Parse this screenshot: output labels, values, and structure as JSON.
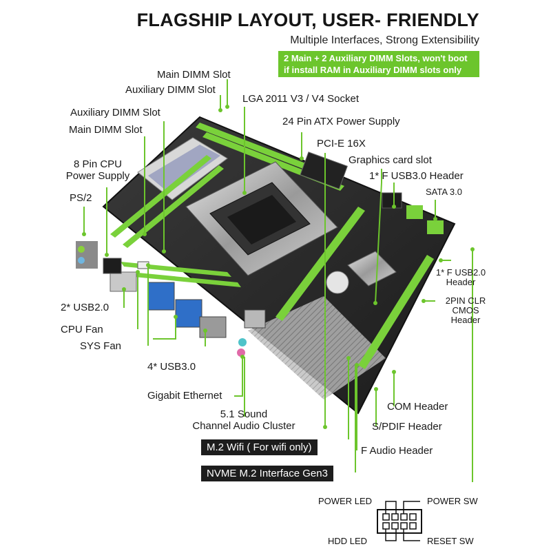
{
  "header": {
    "title": "FLAGSHIP LAYOUT, USER- FRIENDLY",
    "subtitle": "Multiple Interfaces, Strong Extensibility",
    "note_line1": "2 Main + 2 Auxiliary DIMM Slots, won't boot",
    "note_line2": "if install RAM in Auxiliary DIMM slots only"
  },
  "labels": {
    "main_dimm_top": "Main DIMM Slot",
    "aux_dimm_top": "Auxiliary DIMM Slot",
    "lga_socket": "LGA 2011 V3 / V4 Socket",
    "atx_power": "24 Pin ATX Power Supply",
    "aux_dimm_left": "Auxiliary DIMM Slot",
    "main_dimm_left": "Main DIMM Slot",
    "pcie": "PCI-E 16X",
    "graphics_slot": "Graphics card slot",
    "cpu_power_line1": "8 Pin CPU",
    "cpu_power_line2": "Power Supply",
    "usb3_header": "1* F USB3.0 Header",
    "sata": "SATA 3.0",
    "ps2": "PS/2",
    "usb2_header_line1": "1* F USB2.0",
    "usb2_header_line2": "Header",
    "usb2": "2* USB2.0",
    "clr_cmos_line1": "2PIN CLR",
    "clr_cmos_line2": "CMOS",
    "clr_cmos_line3": "Header",
    "cpu_fan": "CPU Fan",
    "sys_fan": "SYS Fan",
    "usb3": "4* USB3.0",
    "ethernet": "Gigabit Ethernet",
    "audio_line1": "5.1 Sound",
    "audio_line2": "Channel Audio Cluster",
    "com_header": "COM Header",
    "spdif_header": "S/PDIF Header",
    "m2_wifi": "M.2 Wifi ( For wifi only)",
    "f_audio": "F Audio Header",
    "nvme": "NVME M.2 Interface Gen3"
  },
  "front_panel": {
    "power_led": "POWER LED",
    "power_sw": "POWER SW",
    "hdd_led": "HDD  LED",
    "reset_sw": "RESET SW"
  },
  "colors": {
    "accent": "#6cc52c",
    "board": "#2a2a2a"
  }
}
